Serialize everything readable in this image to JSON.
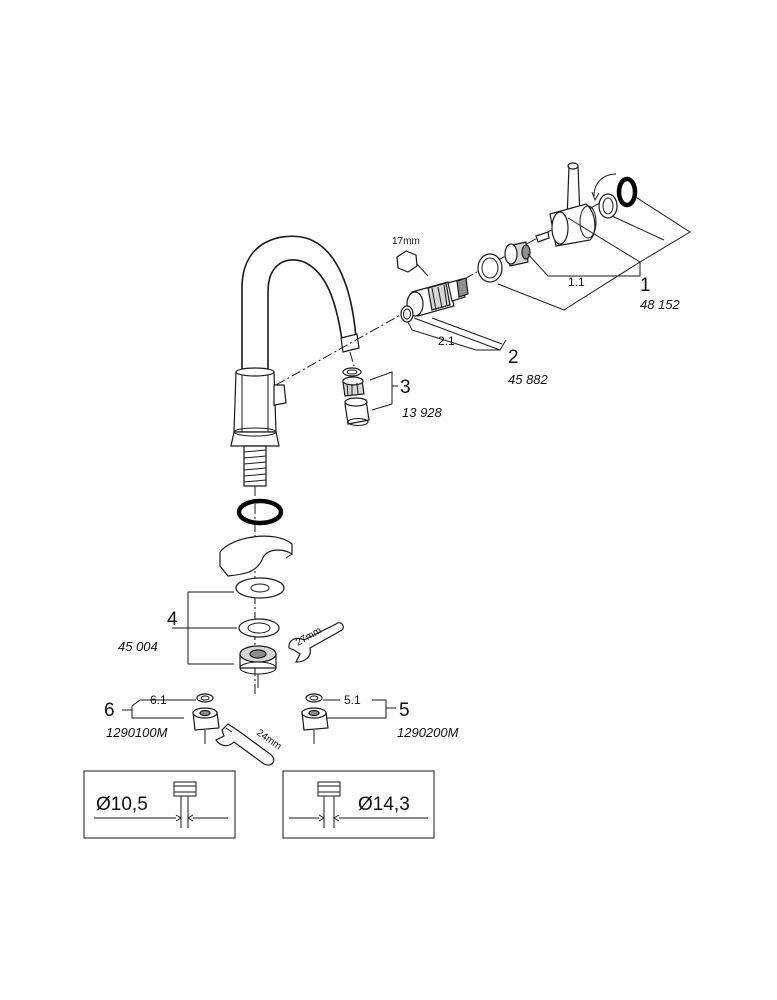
{
  "parts": {
    "p1": {
      "number": "1",
      "ref": "48 152",
      "sub": "1.1"
    },
    "p2": {
      "number": "2",
      "ref": "45 882",
      "sub": "2.1"
    },
    "p3": {
      "number": "3",
      "ref": "13 928"
    },
    "p4": {
      "number": "4",
      "ref": "45 004"
    },
    "p5": {
      "number": "5",
      "ref": "1290200M",
      "sub": "5.1"
    },
    "p6": {
      "number": "6",
      "ref": "1290100M",
      "sub": "6.1"
    }
  },
  "tools": {
    "hex_key": "17mm",
    "wrench_large": "27mm",
    "wrench_small": "24mm"
  },
  "pipe_boxes": {
    "left": "Ø10,5",
    "right": "Ø14,3"
  }
}
